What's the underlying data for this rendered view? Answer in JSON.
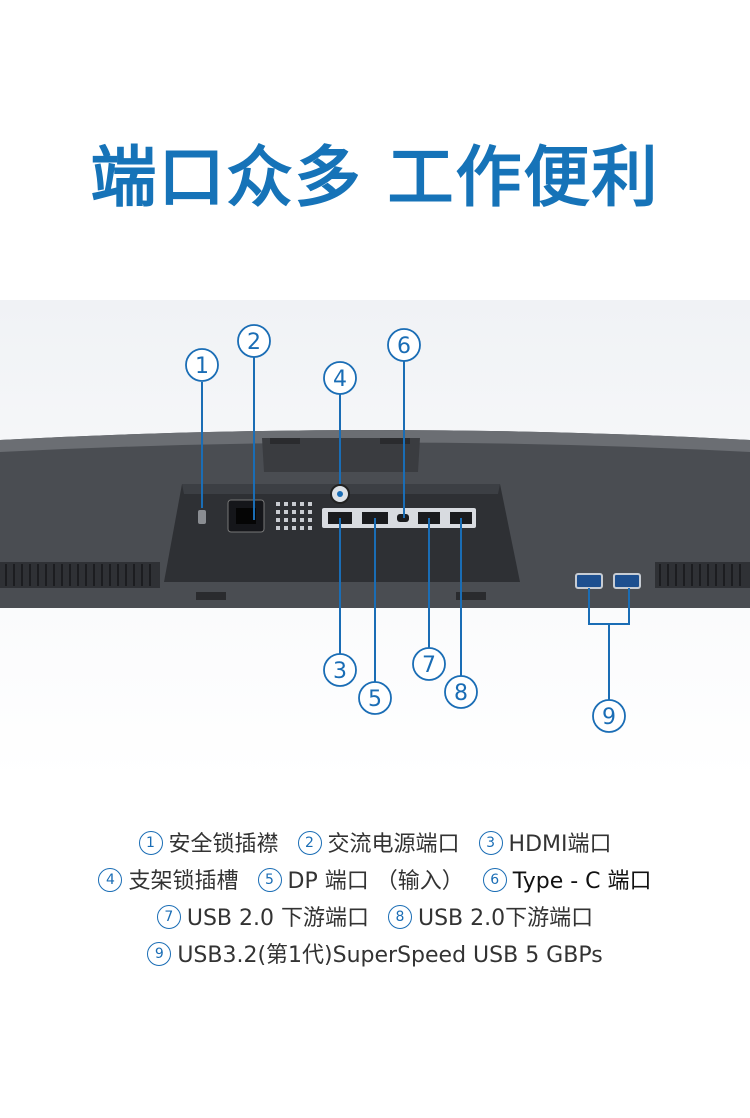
{
  "title": "端口众多 工作便利",
  "callouts": [
    "1",
    "2",
    "3",
    "4",
    "5",
    "6",
    "7",
    "8",
    "9"
  ],
  "legend": [
    [
      {
        "num": "1",
        "text": "安全锁插襟"
      },
      {
        "num": "2",
        "text": "交流电源端口"
      },
      {
        "num": "3",
        "text": "HDMI端口"
      }
    ],
    [
      {
        "num": "4",
        "text": "支架锁插槽"
      },
      {
        "num": "5",
        "text": "DP 端口 （输入）"
      },
      {
        "num": "6",
        "text": "Type - C 端口"
      }
    ],
    [
      {
        "num": "7",
        "text": "USB 2.0 下游端口"
      },
      {
        "num": "8",
        "text": "USB 2.0下游端口"
      }
    ],
    [
      {
        "num": "9",
        "text": "USB3.2(第1代)SuperSpeed USB 5 GBPs"
      }
    ]
  ],
  "colors": {
    "accent": "#1673b8",
    "callout": "#1a6db5",
    "monitor_body": "#4a4d52",
    "text": "#333333"
  }
}
